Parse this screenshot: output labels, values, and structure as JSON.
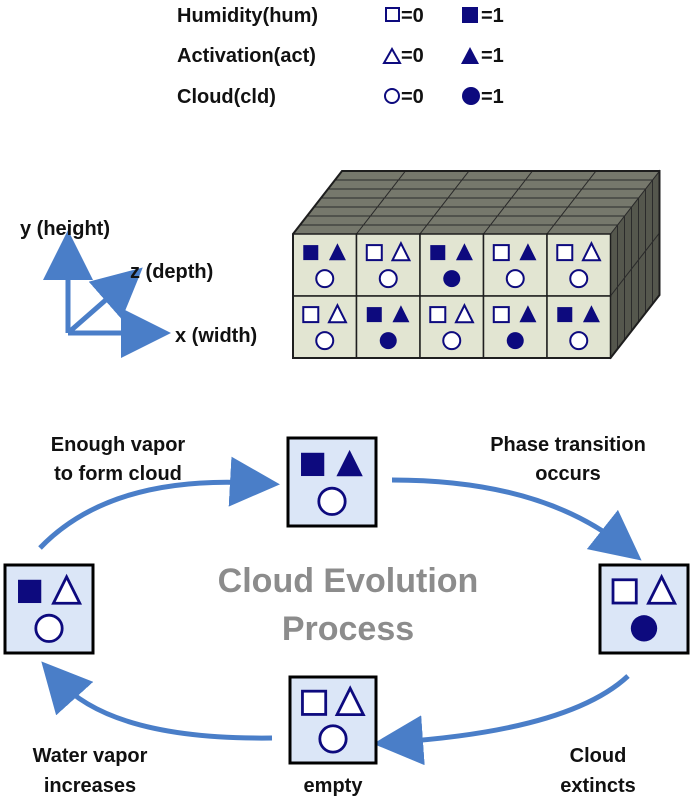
{
  "colors": {
    "navy": "#0d0a7e",
    "arrow_blue": "#4a7ec8",
    "cell_face": "#e2e5d2",
    "cell_top": "#76786c",
    "cell_side": "#55574d",
    "state_face": "#dbe6f7",
    "title_gray": "#8c8c8c"
  },
  "legend": [
    {
      "label": "Humidity(hum)",
      "icon": "square",
      "zero": "=0",
      "one": "=1"
    },
    {
      "label": "Activation(act)",
      "icon": "triangle",
      "zero": "=0",
      "one": "=1"
    },
    {
      "label": "Cloud(cld)",
      "icon": "circle",
      "zero": "=0",
      "one": "=1"
    }
  ],
  "axes": {
    "y": "y (height)",
    "z": "z (depth)",
    "x": "x (width)"
  },
  "grid": {
    "rows": [
      [
        [
          1,
          1,
          0
        ],
        [
          0,
          0,
          0
        ],
        [
          1,
          1,
          1
        ],
        [
          0,
          1,
          0
        ],
        [
          0,
          0,
          0
        ]
      ],
      [
        [
          0,
          0,
          0
        ],
        [
          1,
          1,
          1
        ],
        [
          0,
          0,
          0
        ],
        [
          0,
          1,
          1
        ],
        [
          1,
          1,
          0
        ]
      ]
    ]
  },
  "cycle": {
    "title_line1": "Cloud Evolution",
    "title_line2": "Process",
    "states": {
      "top": {
        "hum": 1,
        "act": 1,
        "cld": 0
      },
      "right": {
        "hum": 0,
        "act": 0,
        "cld": 1
      },
      "bottom": {
        "hum": 0,
        "act": 0,
        "cld": 0
      },
      "left": {
        "hum": 1,
        "act": 0,
        "cld": 0
      }
    },
    "labels": {
      "top_left_1": "Enough vapor",
      "top_left_2": "to form cloud",
      "top_right_1": "Phase transition",
      "top_right_2": "occurs",
      "bottom_right_1": "Cloud",
      "bottom_right_2": "extincts",
      "bottom_left_1": "Water vapor",
      "bottom_left_2": "increases",
      "bottom_center": "empty"
    }
  }
}
